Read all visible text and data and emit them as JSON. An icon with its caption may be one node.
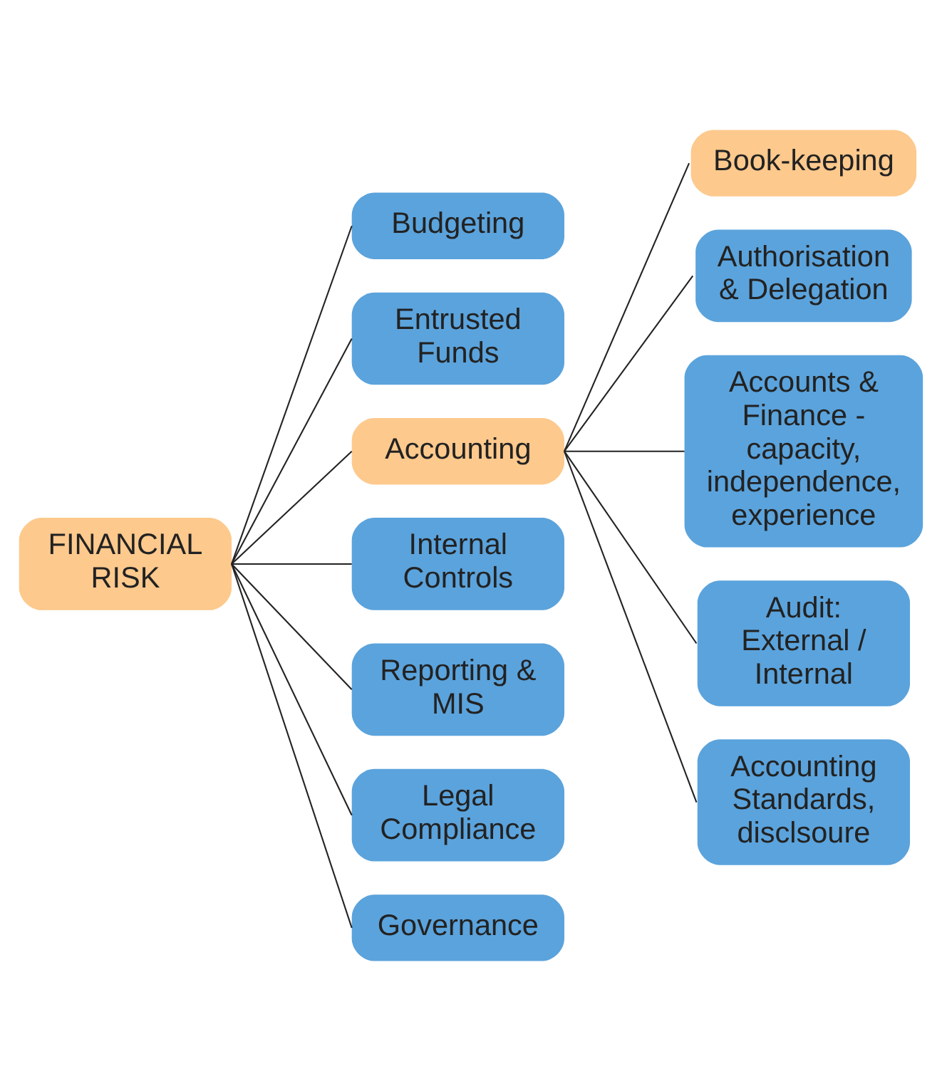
{
  "diagram": {
    "nodes": [
      {
        "text": [
          "FINANCIAL RISK"
        ]
      },
      {
        "text": [
          "Budgeting"
        ]
      },
      {
        "text": [
          "Entrusted Funds"
        ]
      },
      {
        "text": [
          "Accounting"
        ]
      },
      {
        "text": [
          "Internal Controls"
        ]
      },
      {
        "text": [
          "Reporting & MIS"
        ]
      },
      {
        "text": [
          "Legal Compliance"
        ]
      },
      {
        "text": [
          "Governance"
        ]
      },
      {
        "text": [
          "Book-keeping"
        ]
      },
      {
        "text": [
          "Authorisation & Delegation"
        ]
      },
      {
        "text": [
          "Accounts & Finance - capacity, independence, experience"
        ]
      },
      {
        "text": [
          "Audit: External / Internal"
        ]
      },
      {
        "text": [
          "Accounting Standards, disclsoure"
        ]
      }
    ],
    "edges": [
      {
        "from": 0,
        "to": 1,
        "arrow": "none"
      },
      {
        "from": 0,
        "to": 2,
        "arrow": "none"
      },
      {
        "from": 0,
        "to": 3,
        "arrow": "none"
      },
      {
        "from": 0,
        "to": 4,
        "arrow": "none"
      },
      {
        "from": 0,
        "to": 5,
        "arrow": "none"
      },
      {
        "from": 0,
        "to": 6,
        "arrow": "none"
      },
      {
        "from": 0,
        "to": 7,
        "arrow": "none"
      },
      {
        "from": 3,
        "to": 8,
        "arrow": "none"
      },
      {
        "from": 3,
        "to": 9,
        "arrow": "none"
      },
      {
        "from": 3,
        "to": 10,
        "arrow": "none"
      },
      {
        "from": 3,
        "to": 11,
        "arrow": "none"
      },
      {
        "from": 3,
        "to": 12,
        "arrow": "none"
      }
    ]
  }
}
